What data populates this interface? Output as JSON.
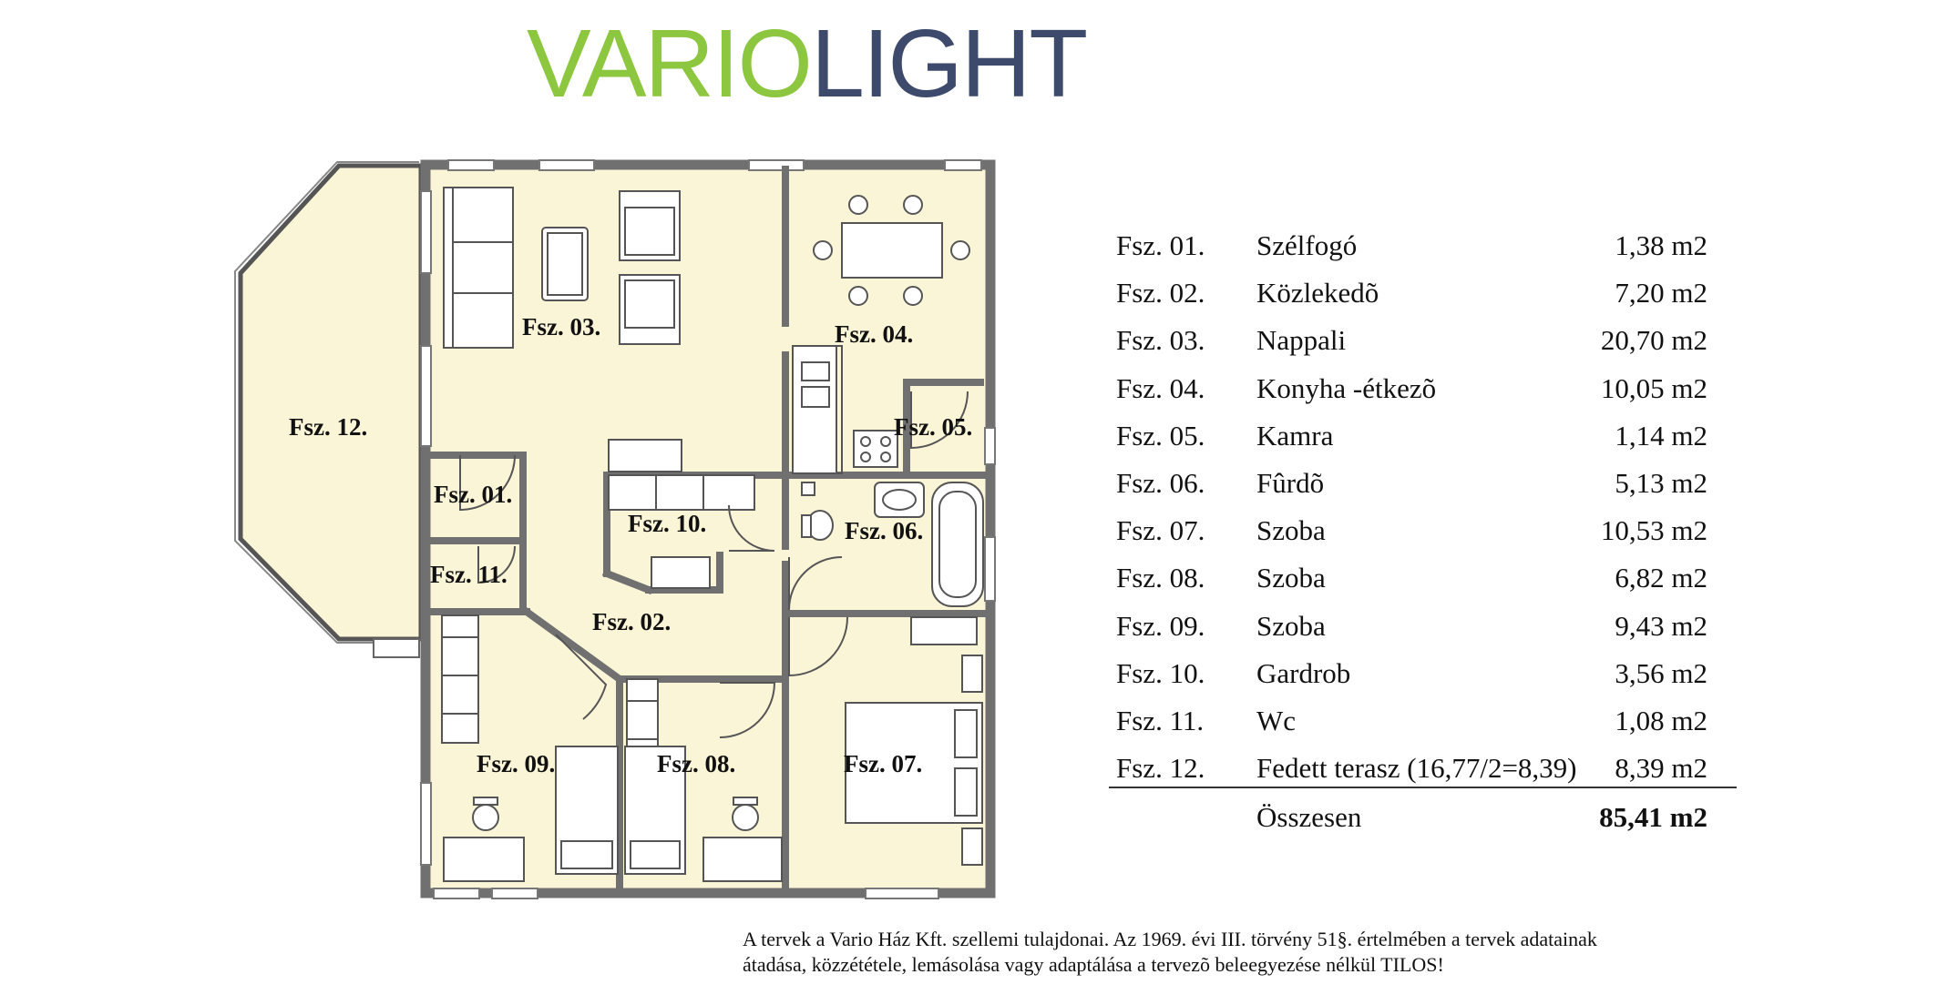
{
  "logo": {
    "part1": "VARIO",
    "part2": "LIGHT"
  },
  "rooms": {
    "r01": "Fsz. 01.",
    "r02": "Fsz. 02.",
    "r03": "Fsz. 03.",
    "r04": "Fsz. 04.",
    "r05": "Fsz. 05.",
    "r06": "Fsz. 06.",
    "r07": "Fsz. 07.",
    "r08": "Fsz. 08.",
    "r09": "Fsz. 09.",
    "r10": "Fsz. 10.",
    "r11": "Fsz. 11.",
    "r12": "Fsz. 12."
  },
  "area_table": {
    "rows": [
      {
        "code": "Fsz. 01.",
        "name": "Szélfogó",
        "area": "1,38 m2"
      },
      {
        "code": "Fsz. 02.",
        "name": "Közlekedõ",
        "area": "7,20 m2"
      },
      {
        "code": "Fsz. 03.",
        "name": "Nappali",
        "area": "20,70 m2"
      },
      {
        "code": "Fsz. 04.",
        "name": "Konyha -étkezõ",
        "area": "10,05 m2"
      },
      {
        "code": "Fsz. 05.",
        "name": "Kamra",
        "area": "1,14 m2"
      },
      {
        "code": "Fsz. 06.",
        "name": "Fûrdõ",
        "area": "5,13 m2"
      },
      {
        "code": "Fsz. 07.",
        "name": "Szoba",
        "area": "10,53 m2"
      },
      {
        "code": "Fsz. 08.",
        "name": "Szoba",
        "area": "6,82 m2"
      },
      {
        "code": "Fsz. 09.",
        "name": "Szoba",
        "area": "9,43 m2"
      },
      {
        "code": "Fsz. 10.",
        "name": "Gardrob",
        "area": "3,56 m2"
      },
      {
        "code": "Fsz. 11.",
        "name": "Wc",
        "area": "1,08 m2"
      },
      {
        "code": "Fsz. 12.",
        "name": "Fedett terasz (16,77/2=8,39)",
        "area": "8,39 m2"
      }
    ],
    "total_label": "Összesen",
    "total_value": "85,41 m2"
  },
  "notice": {
    "line1": "A tervek a Vario Ház Kft. szellemi tulajdonai. Az 1969. évi III. törvény 51§. értelmében a tervek adatainak",
    "line2": "átadása, közzététele, lemásolása vagy adaptálása a tervezõ beleegyezése nélkül TILOS!"
  },
  "colors": {
    "logo_green": "#8dc63f",
    "logo_navy": "#3d4a6b",
    "room_fill": "#fbf5d8",
    "wall": "#707070"
  }
}
